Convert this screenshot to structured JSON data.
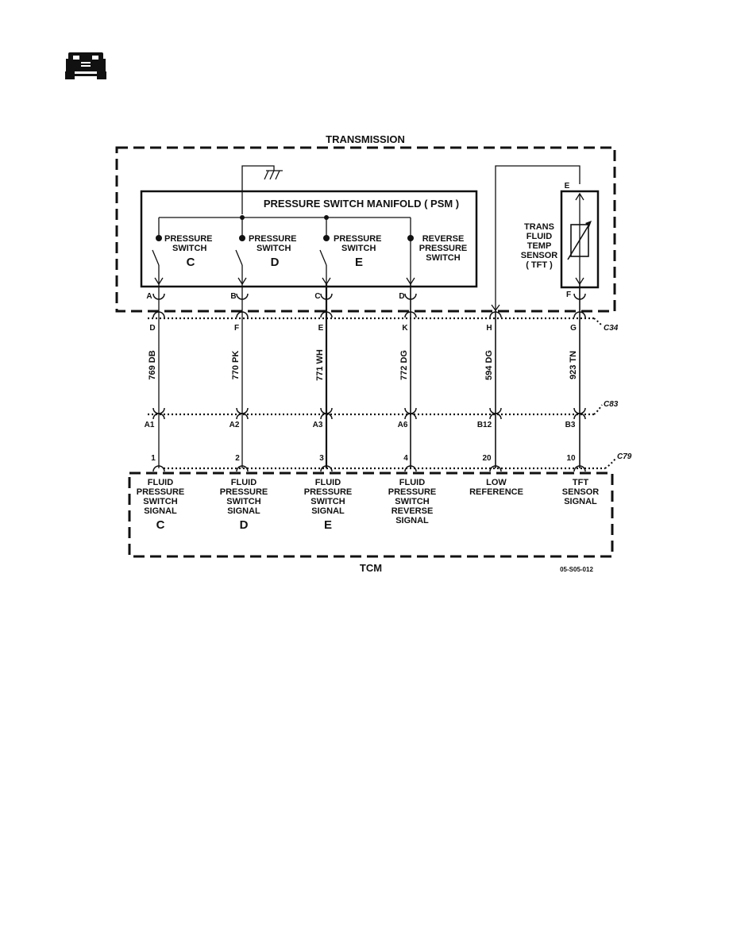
{
  "transmission": {
    "title": "TRANSMISSION",
    "psm_title": "PRESSURE SWITCH MANIFOLD ( PSM )",
    "switches": [
      {
        "line1": "PRESSURE",
        "line2": "SWITCH",
        "letter": "C",
        "pin": "A"
      },
      {
        "line1": "PRESSURE",
        "line2": "SWITCH",
        "letter": "D",
        "pin": "B"
      },
      {
        "line1": "PRESSURE",
        "line2": "SWITCH",
        "letter": "E",
        "pin": "C"
      },
      {
        "line1": "REVERSE",
        "line2": "PRESSURE",
        "line3": "SWITCH",
        "pin": "D"
      }
    ],
    "tft": {
      "lines": [
        "TRANS",
        "FLUID",
        "TEMP",
        "SENSOR",
        "( TFT )"
      ],
      "pin_top": "E",
      "pin_bottom": "F"
    }
  },
  "connectors": {
    "c34": {
      "name": "C34",
      "pins": [
        "D",
        "F",
        "E",
        "K",
        "H",
        "G"
      ]
    },
    "c83": {
      "name": "C83",
      "pins": [
        "A1",
        "A2",
        "A3",
        "A6",
        "B12",
        "B3"
      ]
    },
    "c79": {
      "name": "C79",
      "pins": [
        "1",
        "2",
        "3",
        "4",
        "20",
        "10"
      ]
    }
  },
  "wires": [
    {
      "circuit": "769",
      "color": "DB"
    },
    {
      "circuit": "770",
      "color": "PK"
    },
    {
      "circuit": "771",
      "color": "WH"
    },
    {
      "circuit": "772",
      "color": "DG"
    },
    {
      "circuit": "594",
      "color": "DG"
    },
    {
      "circuit": "923",
      "color": "TN"
    }
  ],
  "tcm": {
    "title": "TCM",
    "signals": [
      {
        "lines": [
          "FLUID",
          "PRESSURE",
          "SWITCH",
          "SIGNAL"
        ],
        "letter": "C"
      },
      {
        "lines": [
          "FLUID",
          "PRESSURE",
          "SWITCH",
          "SIGNAL"
        ],
        "letter": "D"
      },
      {
        "lines": [
          "FLUID",
          "PRESSURE",
          "SWITCH",
          "SIGNAL"
        ],
        "letter": "E"
      },
      {
        "lines": [
          "FLUID",
          "PRESSURE",
          "SWITCH",
          "REVERSE",
          "SIGNAL"
        ]
      },
      {
        "lines": [
          "LOW",
          "REFERENCE"
        ]
      },
      {
        "lines": [
          "TFT",
          "SENSOR",
          "SIGNAL"
        ]
      }
    ]
  },
  "figure_id": "05-S05-012",
  "icons": {
    "vehicle": "hmmwv-front-icon",
    "ground": "ground-icon"
  }
}
